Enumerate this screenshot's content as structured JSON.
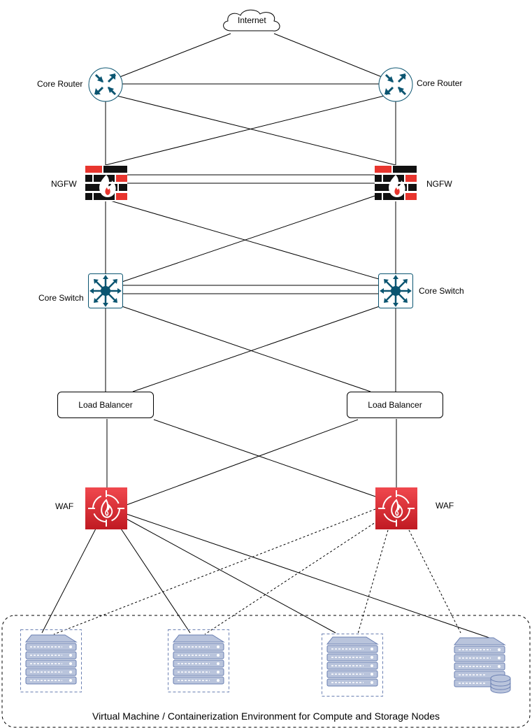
{
  "internet": {
    "label": "Internet"
  },
  "routers": [
    {
      "label": "Core Router"
    },
    {
      "label": "Core Router"
    }
  ],
  "firewalls": [
    {
      "label": "NGFW"
    },
    {
      "label": "NGFW"
    }
  ],
  "switches": [
    {
      "label": "Core Switch"
    },
    {
      "label": "Core Switch"
    }
  ],
  "load_balancers": [
    {
      "label": "Load Balancer"
    },
    {
      "label": "Load Balancer"
    }
  ],
  "wafs": [
    {
      "label": "WAF"
    },
    {
      "label": "WAF"
    }
  ],
  "environment": {
    "label": "Virtual Machine / Containerization Environment for Compute and Storage Nodes"
  },
  "colors": {
    "router_icon": "#0b5571",
    "ngfw_red": "#e8352e",
    "waf_red": "#d42027",
    "server_fill": "#b9c4dc",
    "server_stroke": "#6a7fb2"
  },
  "icons": {
    "internet": "cloud-icon",
    "router": "router-icon",
    "ngfw": "firewall-icon",
    "switch": "switch-icon",
    "waf": "waf-icon",
    "server": "server-icon",
    "storage": "database-icon"
  }
}
